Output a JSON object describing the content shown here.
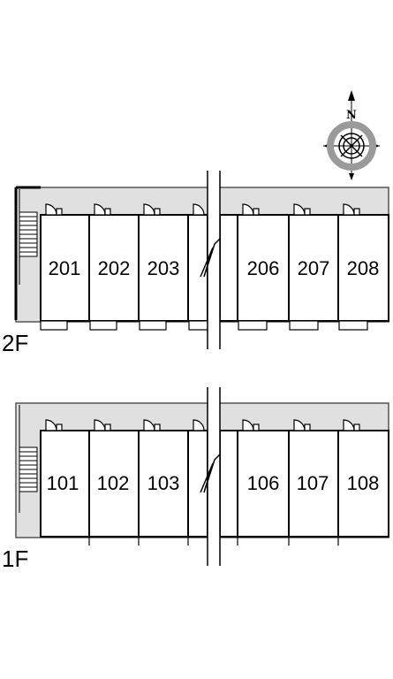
{
  "compass": {
    "label": "N"
  },
  "floors": [
    {
      "id": "2f",
      "label": "2F",
      "units": [
        "201",
        "202",
        "203",
        "206",
        "207",
        "208"
      ]
    },
    {
      "id": "1f",
      "label": "1F",
      "units": [
        "101",
        "102",
        "103",
        "106",
        "107",
        "108"
      ]
    }
  ]
}
